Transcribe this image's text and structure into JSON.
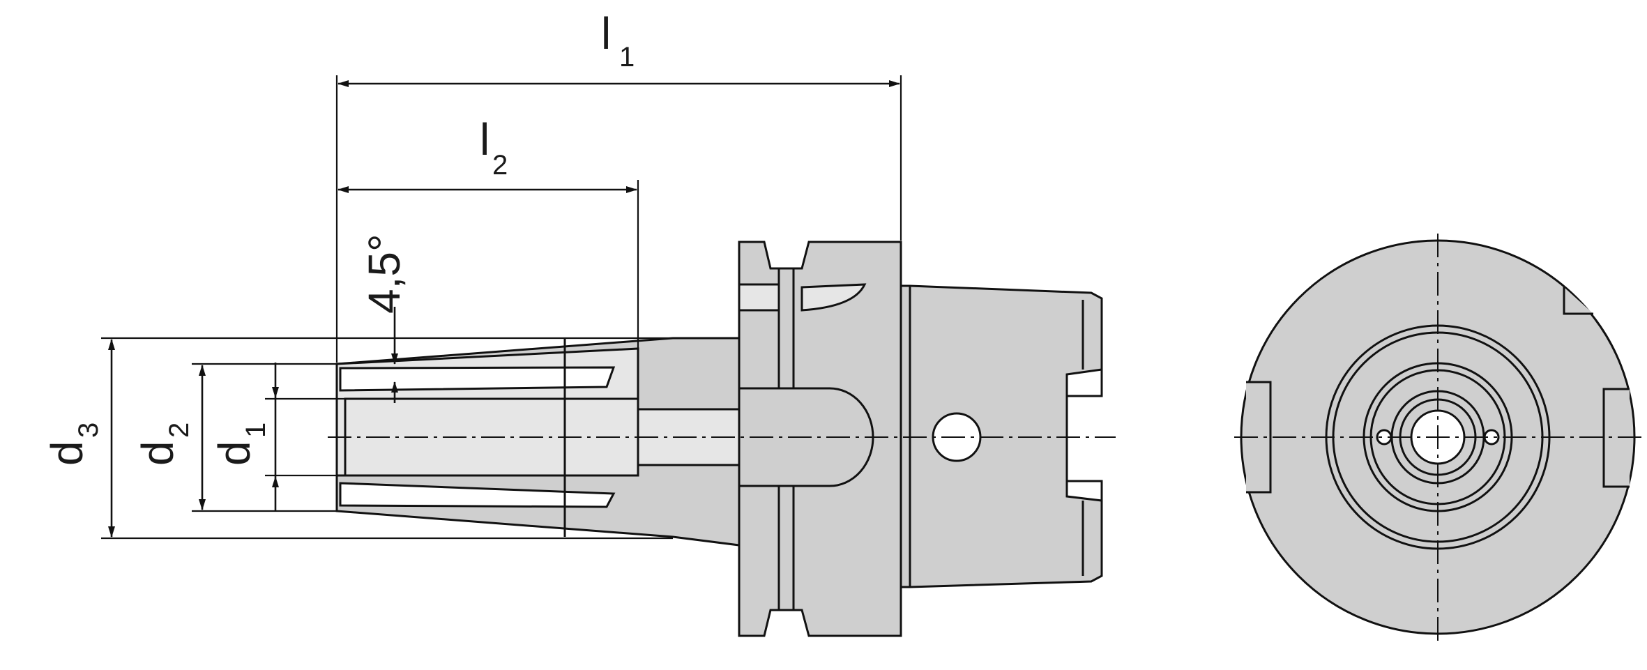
{
  "labels": {
    "l1": "l",
    "l1_sub": "1",
    "l2": "l",
    "l2_sub": "2",
    "angle": "4,5°",
    "d1": "d",
    "d1_sub": "1",
    "d2": "d",
    "d2_sub": "2",
    "d3": "d",
    "d3_sub": "3"
  },
  "colors": {
    "line": "#111111",
    "body_fill": "#cfcfcf",
    "light_fill": "#e6e6e6",
    "background": "#ffffff"
  }
}
